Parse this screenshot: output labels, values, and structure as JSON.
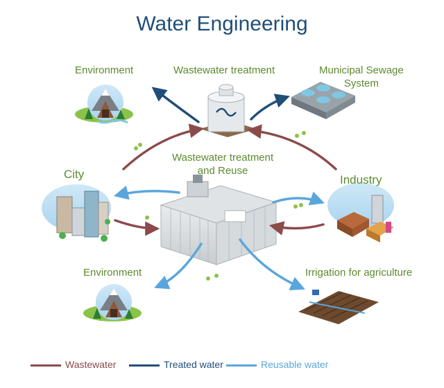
{
  "title": "Water Engineering",
  "nodes": {
    "env_top": "Environment",
    "wastewater_treatment": "Wastewater treatment",
    "municipal": "Municipal Sewage\nSystem",
    "center": "Wastewater treatment\nand Reuse",
    "city": "City",
    "industry": "Industry",
    "env_bottom": "Environment",
    "irrigation": "Irrigation for agriculture"
  },
  "legend": [
    {
      "label": "Wastewater",
      "color": "#8c4a4a"
    },
    {
      "label": "Treated water",
      "color": "#1f4e79"
    },
    {
      "label": "Reusable water",
      "color": "#5aa6dc"
    }
  ],
  "colors": {
    "title": "#1f4e79",
    "label_green": "#5c8a2e",
    "wastewater": "#8c4a4a",
    "treated": "#1f4e79",
    "reusable": "#5aa6dc"
  }
}
